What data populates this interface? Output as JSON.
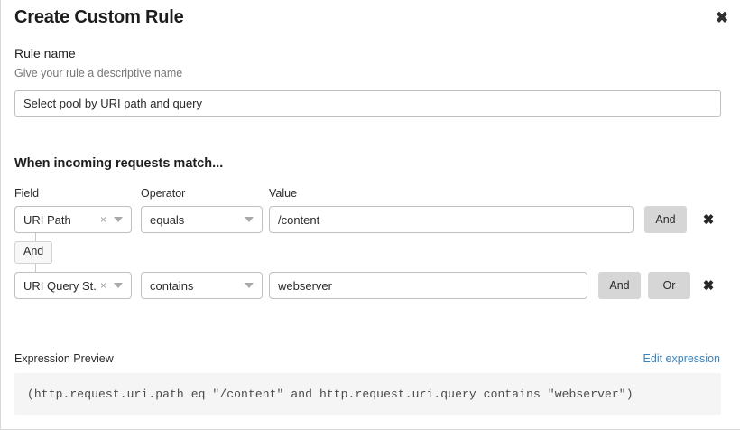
{
  "dialog": {
    "title": "Create Custom Rule",
    "close_icon": "close-icon"
  },
  "rule_name": {
    "label": "Rule name",
    "hint": "Give your rule a descriptive name",
    "value": "Select pool by URI path and query",
    "placeholder": "Rule name"
  },
  "conditions": {
    "heading": "When incoming requests match...",
    "columns": {
      "field": "Field",
      "operator": "Operator",
      "value": "Value"
    },
    "connector": {
      "label": "And"
    },
    "rows": [
      {
        "field": "URI Path",
        "field_clear_icon": "×",
        "field_caret_icon": "chevron-down-icon",
        "operator": "equals",
        "operator_caret_icon": "chevron-down-icon",
        "value": "/content",
        "value_placeholder": "Value",
        "buttons": [
          "And"
        ],
        "remove_icon": "✕"
      },
      {
        "field": "URI Query St...",
        "field_clear_icon": "×",
        "field_caret_icon": "chevron-down-icon",
        "operator": "contains",
        "operator_caret_icon": "chevron-down-icon",
        "value": "webserver",
        "value_placeholder": "Value",
        "buttons": [
          "And",
          "Or"
        ],
        "remove_icon": "✕"
      }
    ]
  },
  "expression_preview": {
    "label": "Expression Preview",
    "edit_link": "Edit expression",
    "expression": "(http.request.uri.path eq \"/content\" and http.request.uri.query contains \"webserver\")"
  },
  "colors": {
    "link": "#3d82b8",
    "button_bg": "#d6d6d6",
    "code_bg": "#f5f5f5",
    "border": "#bfbfbf"
  }
}
